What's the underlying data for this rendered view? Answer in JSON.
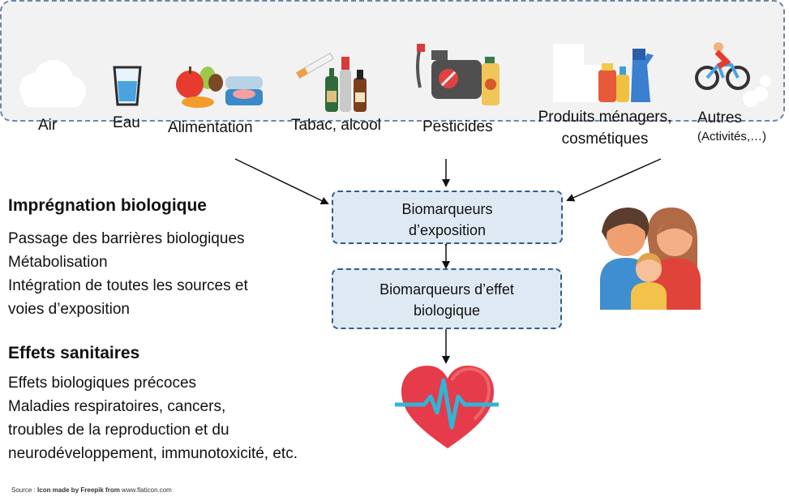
{
  "sources": [
    {
      "id": "air",
      "label": "Air",
      "icon": "cloud-icon"
    },
    {
      "id": "eau",
      "label": "Eau",
      "icon": "water-glass-icon"
    },
    {
      "id": "alimentation",
      "label": "Alimentation",
      "icon": "food-icon"
    },
    {
      "id": "tabac",
      "label": "Tabac, alcool",
      "icon": "cigarette-bottles-icon"
    },
    {
      "id": "pesticides",
      "label": "Pesticides",
      "icon": "pesticide-sprayer-icon"
    },
    {
      "id": "produits",
      "label_line1": "Produits ménagers,",
      "label_line2": "cosmétiques",
      "icon": "cleaning-products-icon"
    },
    {
      "id": "autres",
      "label_line1": "Autres",
      "label_line2": "(Activités,…)",
      "icon": "cyclist-icon"
    }
  ],
  "boxes": {
    "exposure": {
      "line1": "Biomarqueurs",
      "line2": "d’exposition"
    },
    "effect": {
      "line1": "Biomarqueurs d’effet",
      "line2": "biologique"
    }
  },
  "impregnation": {
    "title": "Imprégnation biologique",
    "lines": [
      "Passage des barrières biologiques",
      "Métabolisation",
      "Intégration de toutes les sources et",
      "voies d’exposition"
    ]
  },
  "effets": {
    "title": "Effets sanitaires",
    "lines": [
      "Effets biologiques précoces",
      "Maladies respiratoires, cancers,",
      "troubles de la reproduction et du",
      "neurodéveloppement, immunotoxicité, etc."
    ]
  },
  "source_note": {
    "prefix": "Source : ",
    "bold": "Icon made by Freepik from",
    "suffix": " www.flaticon.com"
  },
  "colors": {
    "panel_border": "#6d85a8",
    "box_fill": "#dfe9f4",
    "box_border": "#2e5d8c",
    "heart": "#e63b4a",
    "pulse": "#2fb5d8"
  }
}
